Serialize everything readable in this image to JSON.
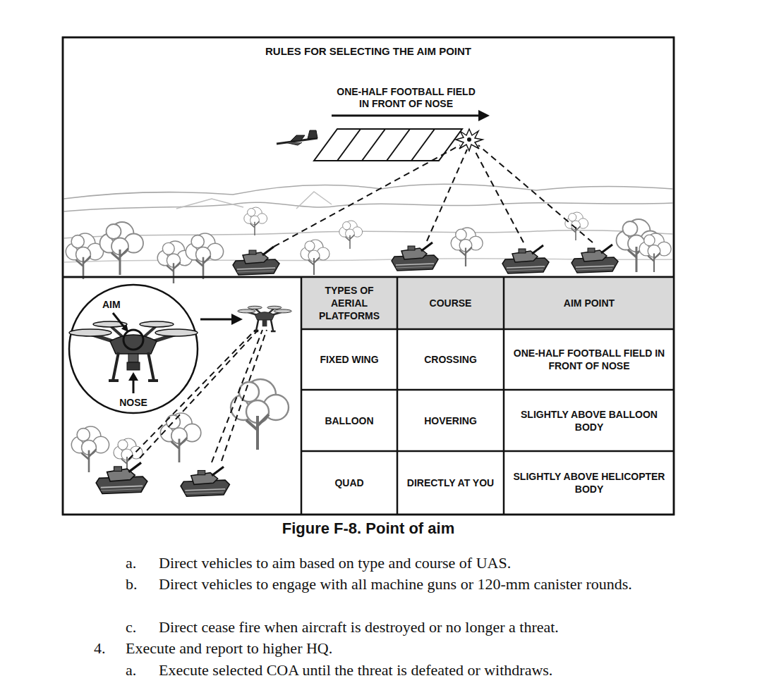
{
  "diagram": {
    "title": "RULES FOR SELECTING THE AIM POINT",
    "caption": "Figure F-8. Point of aim",
    "nodes": [
      {
        "text": [
          "AIM",
          "NOSE"
        ]
      }
    ],
    "labels": [
      "ONE-HALF FOOTBALL FIELD IN FRONT OF NOSE",
      "TYPES OF AERIAL PLATFORMS",
      "COURSE",
      "AIM POINT",
      "FIXED WING",
      "CROSSING",
      "ONE-HALF FOOTBALL FIELD IN FRONT OF NOSE",
      "BALLOON",
      "HOVERING",
      "SLIGHTLY ABOVE BALLOON BODY",
      "QUAD",
      "DIRECTLY AT YOU",
      "SLIGHTLY ABOVE HELICOPTER BODY",
      "a.",
      "Direct vehicles to aim based on type and course of UAS.",
      "b.",
      "Direct vehicles to engage with all machine guns or 120-mm canister rounds.",
      "c.",
      "Direct cease fire when aircraft is destroyed or no longer a threat.",
      "4.",
      "Execute and report to higher HQ.",
      "a.",
      "Execute selected COA until the threat is defeated or withdraws."
    ]
  }
}
